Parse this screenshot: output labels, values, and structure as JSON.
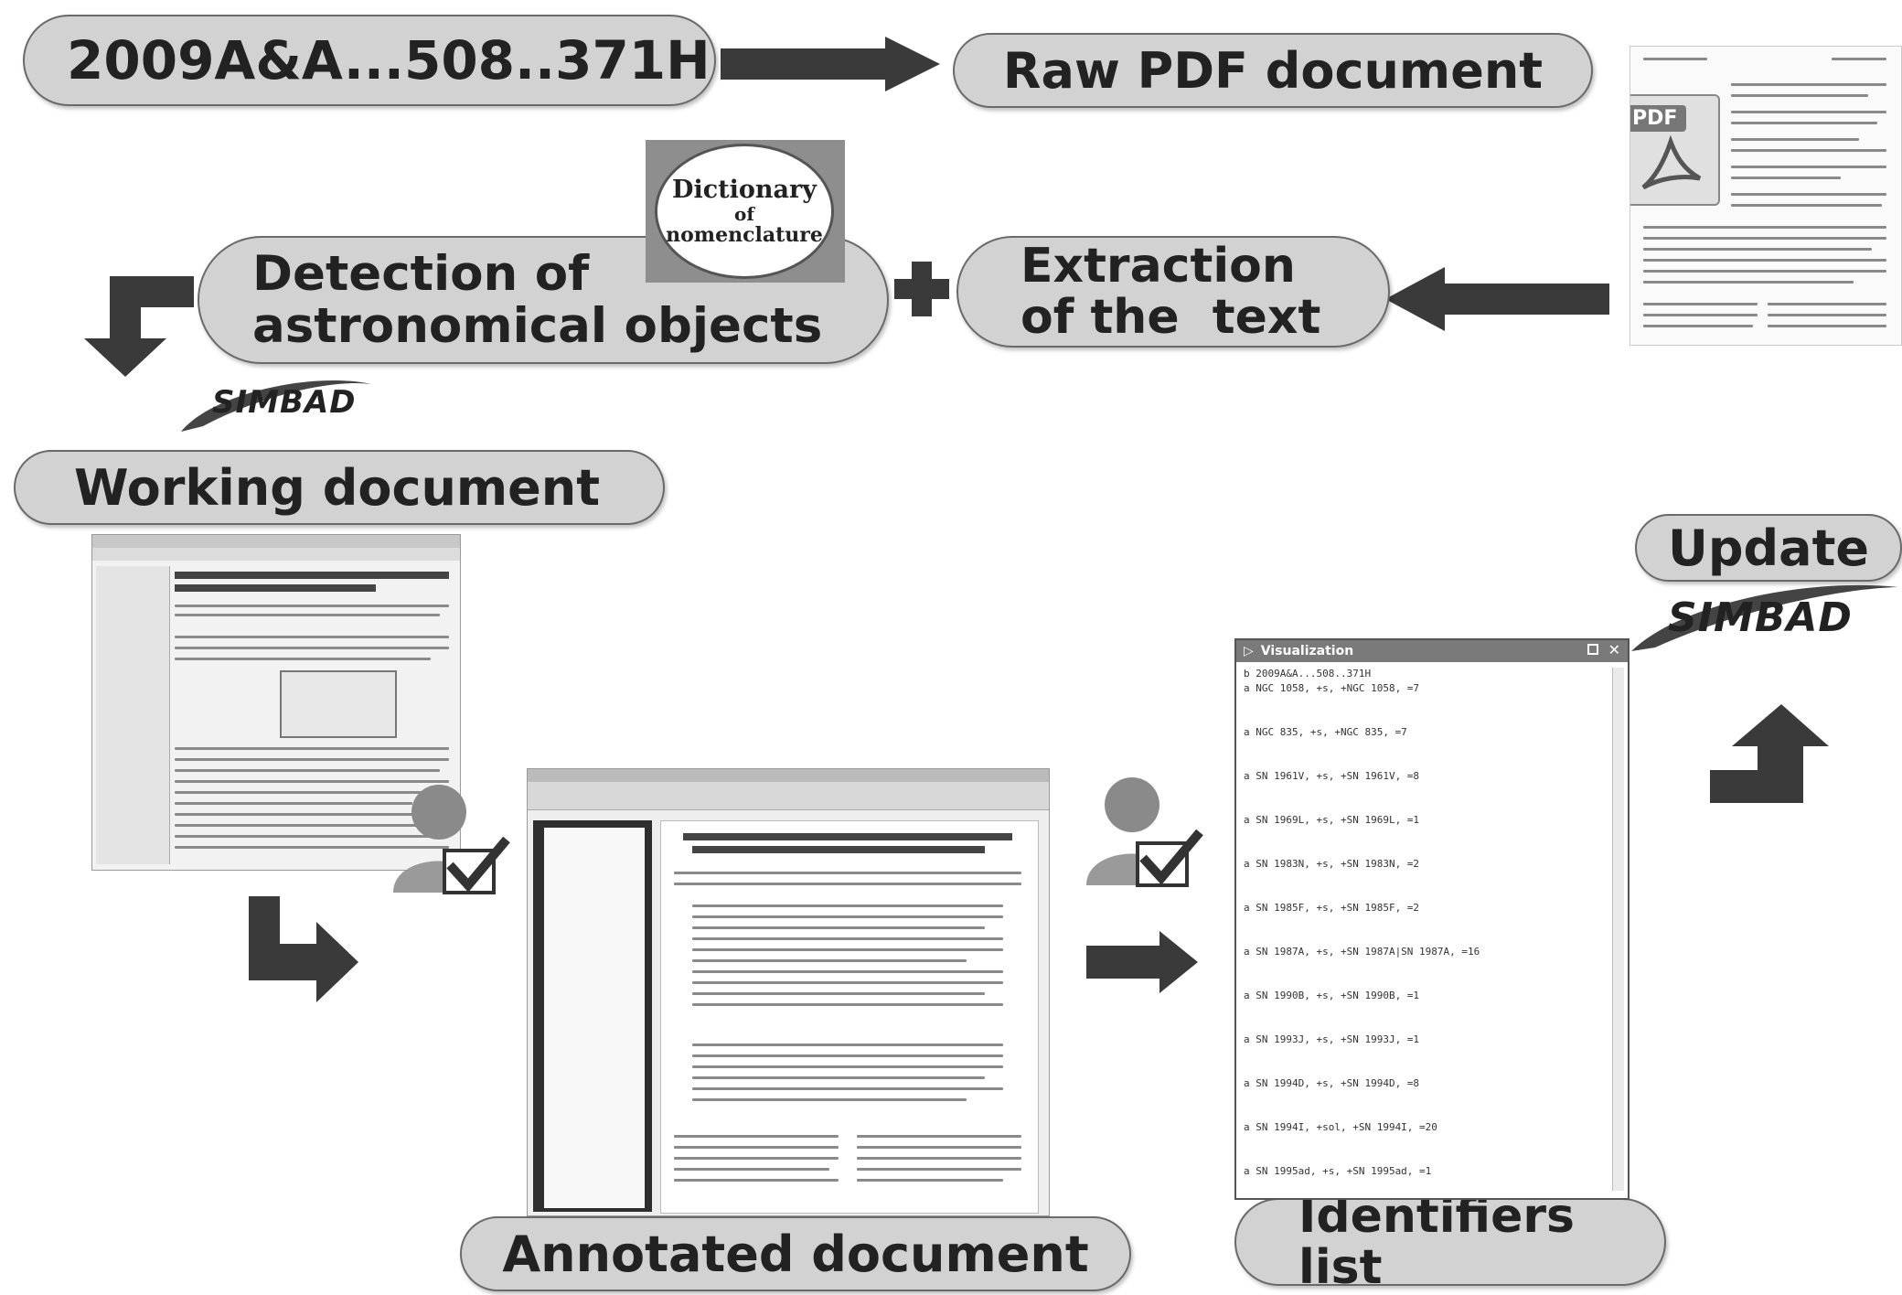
{
  "nodes": {
    "bibcode": "2009A&A...508..371H",
    "raw_pdf": "Raw PDF document",
    "extraction": [
      "Extraction",
      "of the  text"
    ],
    "detection": [
      "Detection of",
      "astronomical objects"
    ],
    "working": "Working document",
    "annotated": "Annotated document",
    "identifiers": [
      "Identifiers",
      "list"
    ],
    "update": "Update"
  },
  "logos": {
    "simbad": "SIMBAD",
    "dictionary": [
      "Dictionary",
      "of",
      "nomenclature"
    ],
    "pdf": "PDF"
  },
  "visualization_window": {
    "title": "Visualization",
    "lines": [
      "b 2009A&A...508..371H",
      "a NGC 1058, +s, +NGC 1058, =7",
      "a NGC 835, +s, +NGC 835, =7",
      "a SN 1961V, +s, +SN 1961V, =8",
      "a SN 1969L, +s, +SN 1969L, =1",
      "a SN 1983N, +s, +SN 1983N, =2",
      "a SN 1985F, +s, +SN 1985F, =2",
      "a SN 1987A, +s, +SN 1987A|SN 1987A, =16",
      "a SN 1990B, +s, +SN 1990B, =1",
      "a SN 1993J, +s, +SN 1993J, =1",
      "a SN 1994D, +s, +SN 1994D, =8",
      "a SN 1994I, +sol, +SN 1994I, =20",
      "a SN 1995ad, +s, +SN 1995ad, =1"
    ]
  },
  "colors": {
    "pill_fill": "#d2d2d2",
    "arrow": "#3a3a3a"
  }
}
